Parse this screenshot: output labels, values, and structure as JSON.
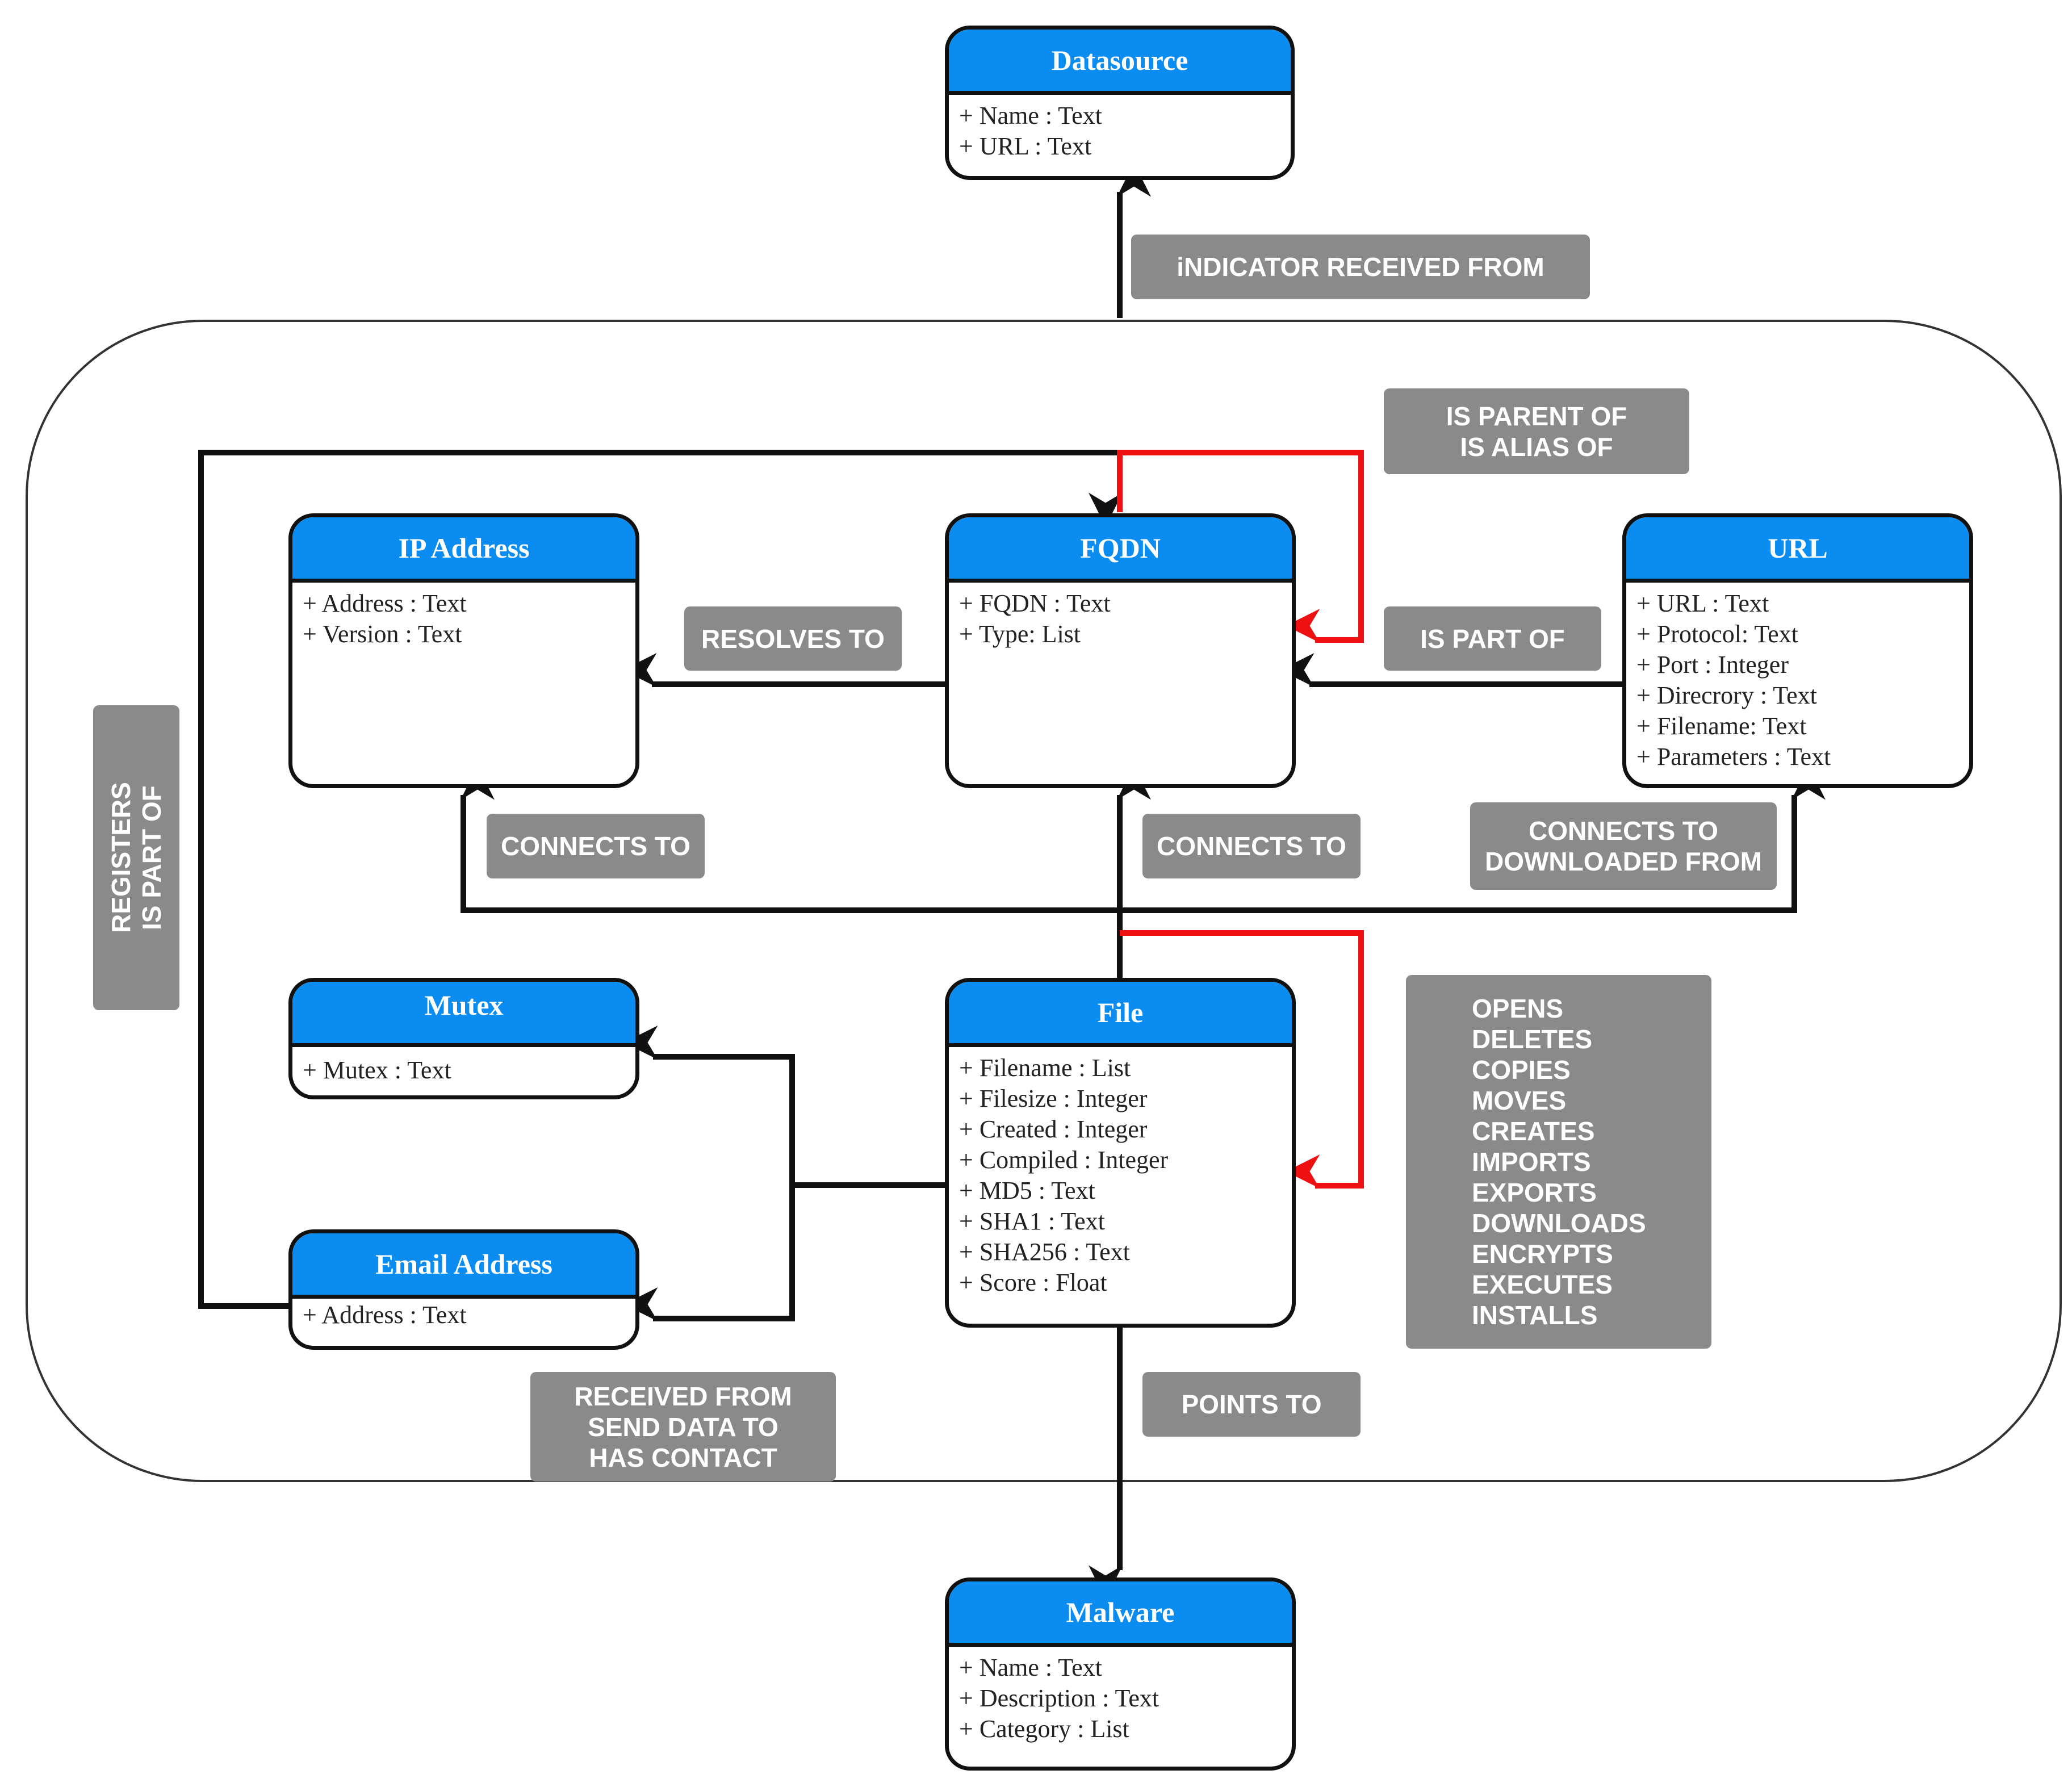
{
  "entities": {
    "datasource": {
      "title": "Datasource",
      "attrs": [
        "+ Name : Text",
        "+ URL : Text"
      ]
    },
    "ip_address": {
      "title": "IP Address",
      "attrs": [
        "+ Address : Text",
        "+ Version : Text"
      ]
    },
    "fqdn": {
      "title": "FQDN",
      "attrs": [
        "+ FQDN : Text",
        "+ Type: List"
      ]
    },
    "url": {
      "title": "URL",
      "attrs": [
        "+ URL : Text",
        "+ Protocol: Text",
        "+ Port : Integer",
        "+ Direcrory : Text",
        "+ Filename: Text",
        "+ Parameters : Text"
      ]
    },
    "mutex": {
      "title": "Mutex",
      "attrs": [
        "+ Mutex : Text"
      ]
    },
    "file": {
      "title": "File",
      "attrs": [
        "+ Filename : List",
        "+ Filesize : Integer",
        "+ Created : Integer",
        "+ Compiled : Integer",
        "+ MD5 : Text",
        "+ SHA1 : Text",
        "+ SHA256 : Text",
        "+ Score : Float"
      ]
    },
    "email_address": {
      "title": "Email Address",
      "attrs": [
        "+ Address : Text"
      ]
    },
    "malware": {
      "title": "Malware",
      "attrs": [
        "+ Name : Text",
        "+ Description : Text",
        "+ Category : List"
      ]
    }
  },
  "relations": {
    "indicator_received_from": [
      "iNDICATOR RECEIVED FROM"
    ],
    "is_parent_of": [
      "IS PARENT OF",
      "IS ALIAS OF"
    ],
    "resolves_to": [
      "RESOLVES TO"
    ],
    "is_part_of": [
      "IS PART OF"
    ],
    "registers": [
      "REGISTERS",
      "IS PART OF"
    ],
    "connects_to_ip": [
      "CONNECTS TO"
    ],
    "connects_to_fqdn": [
      "CONNECTS TO"
    ],
    "connects_to_url": [
      "CONNECTS TO",
      "DOWNLOADED FROM"
    ],
    "file_actions": [
      "OPENS",
      "DELETES",
      "COPIES",
      "MOVES",
      "CREATES",
      "IMPORTS",
      "EXPORTS",
      "DOWNLOADS",
      "ENCRYPTS",
      "EXECUTES",
      "INSTALLS"
    ],
    "received_from": [
      "RECEIVED FROM",
      "SEND DATA TO",
      "HAS CONTACT"
    ],
    "points_to": [
      "POINTS TO"
    ]
  },
  "colors": {
    "entity_header": "#0a8cf0",
    "label_bg": "#8a8a8a",
    "line_black": "#111111",
    "line_red": "#ee1111"
  }
}
